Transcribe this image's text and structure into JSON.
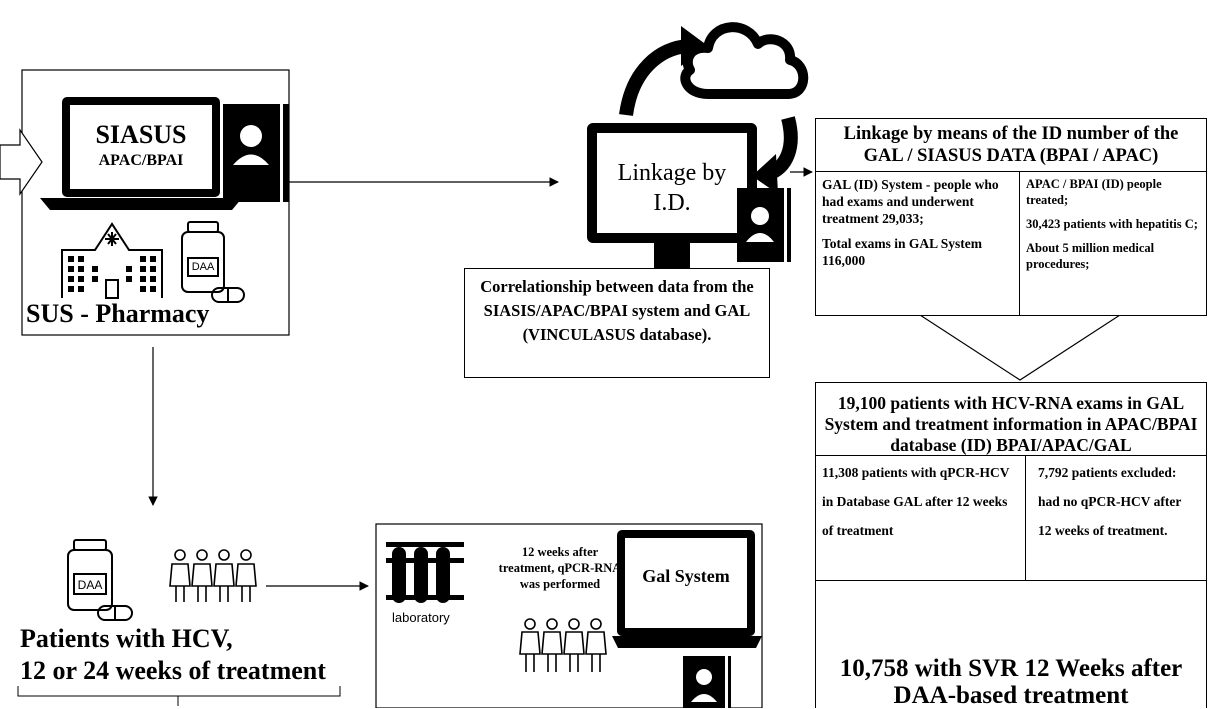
{
  "siasus": {
    "title": "SIASUS",
    "subtitle": "APAC/BPAI"
  },
  "sus_pharmacy": "SUS - Pharmacy",
  "daa_label": "DAA",
  "linkage_monitor": {
    "line1": "Linkage by",
    "line2": "I.D."
  },
  "correlation_box": "Correlationship between data from the SIASIS/APAC/BPAI system and GAL (VINCULASUS database).",
  "linkage_box": {
    "title": "Linkage by means of the ID number of the GAL / SIASUS DATA (BPAI / APAC)",
    "left": {
      "p1": "GAL (ID) System - people who had exams and underwent treatment 29,033;",
      "p2": "Total exams in GAL System 116,000"
    },
    "right": {
      "p1": "APAC / BPAI (ID) people treated;",
      "p2": "30,423 patients with hepatitis C;",
      "p3": "About 5 million medical procedures;"
    }
  },
  "hcv_box": {
    "title": "19,100 patients with HCV-RNA exams in GAL System and treatment information in APAC/BPAI database (ID) BPAI/APAC/GAL",
    "left": "11,308 patients with qPCR-HCV in Database GAL after 12 weeks of treatment",
    "right": "7,792 patients excluded: had no qPCR-HCV after 12 weeks of treatment.",
    "result": "10,758 with SVR 12 Weeks after DAA-based treatment"
  },
  "patients": {
    "line1": "Patients with HCV,",
    "line2": "12 or 24 weeks of treatment"
  },
  "lab_box": {
    "note": "12 weeks after treatment, qPCR-RNA was performed",
    "laboratory": "laboratory",
    "gal_system": "Gal System"
  }
}
